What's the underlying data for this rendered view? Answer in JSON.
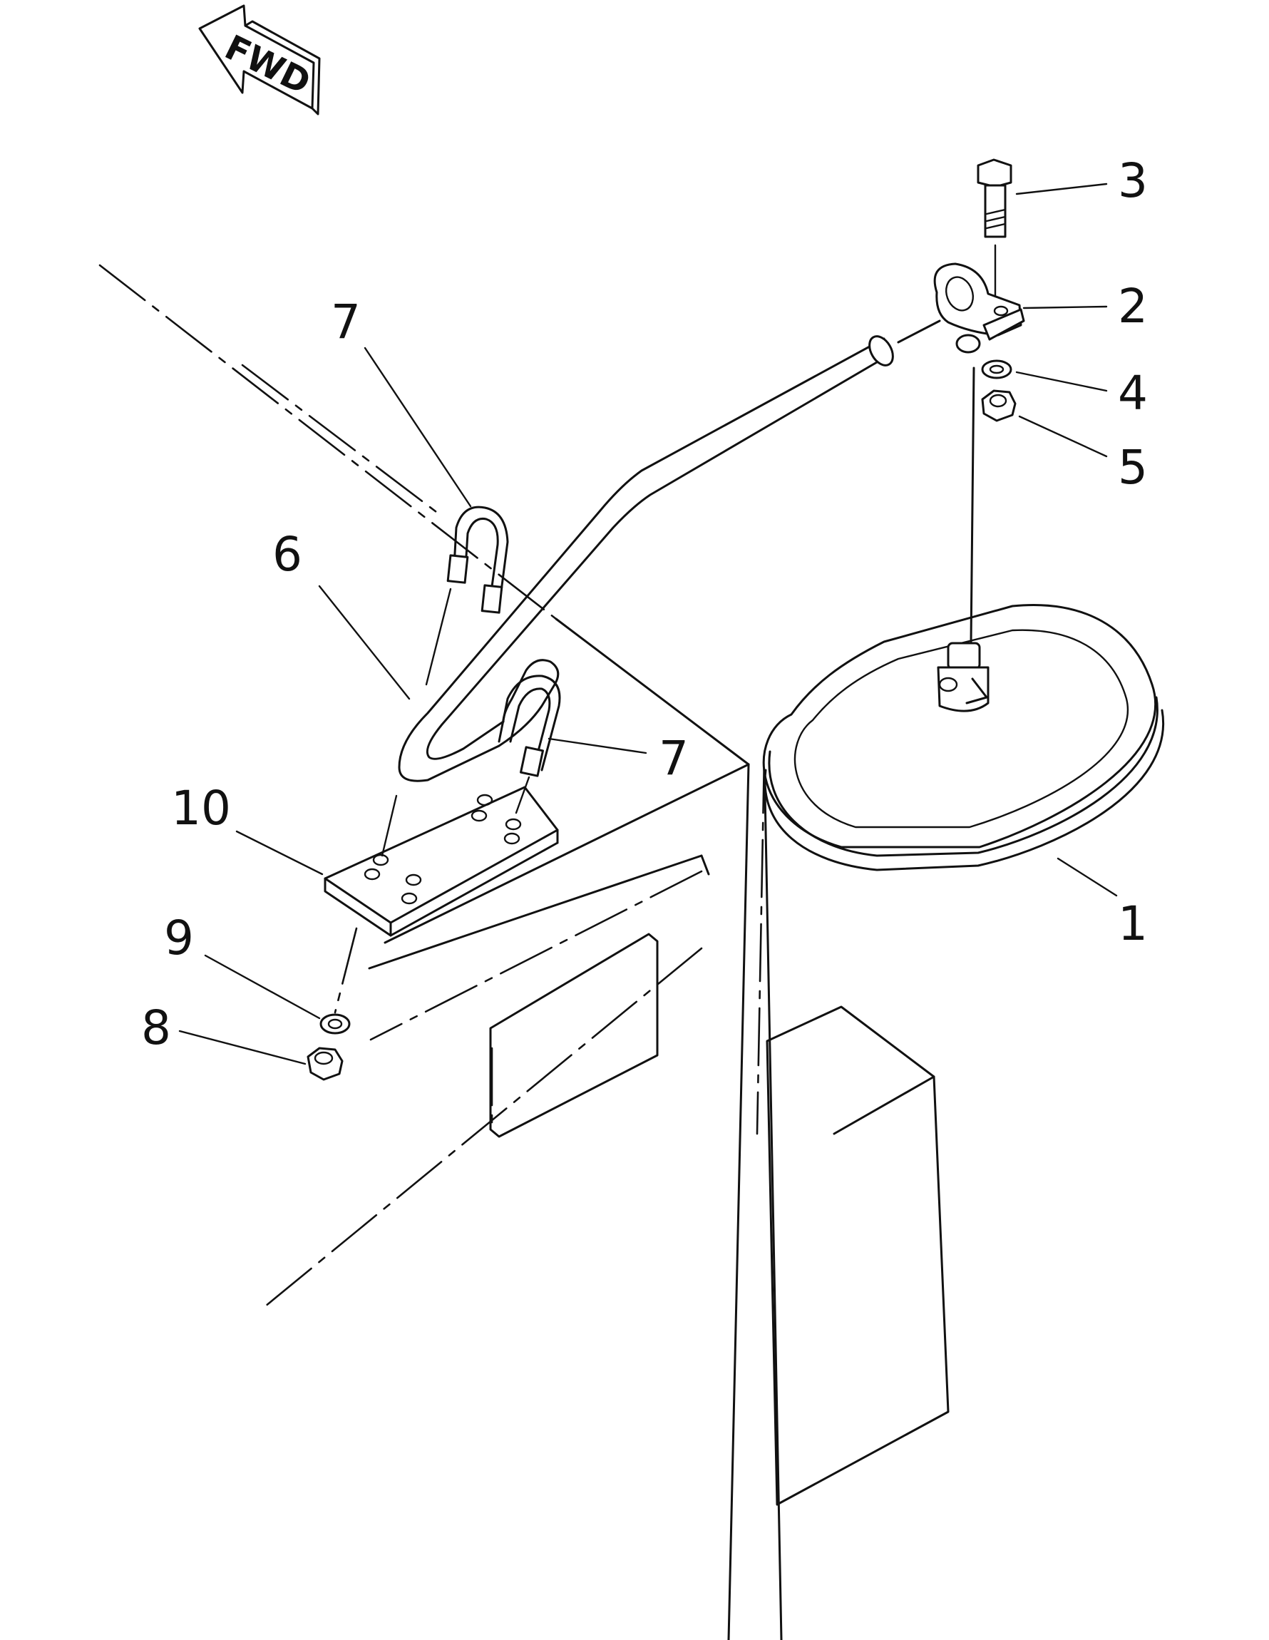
{
  "direction_marker": {
    "label": "FWD"
  },
  "callouts": {
    "c1": "1",
    "c2": "2",
    "c3": "3",
    "c4": "4",
    "c5": "5",
    "c6": "6",
    "c7a": "7",
    "c7b": "7",
    "c8": "8",
    "c9": "9",
    "c10": "10"
  },
  "parts": [
    {
      "no": "1",
      "name": "mirror"
    },
    {
      "no": "2",
      "name": "clamp"
    },
    {
      "no": "3",
      "name": "bolt"
    },
    {
      "no": "4",
      "name": "washer"
    },
    {
      "no": "5",
      "name": "nut"
    },
    {
      "no": "6",
      "name": "mirror-stay"
    },
    {
      "no": "7",
      "name": "u-bolt"
    },
    {
      "no": "8",
      "name": "nut"
    },
    {
      "no": "9",
      "name": "washer"
    },
    {
      "no": "10",
      "name": "plate"
    }
  ]
}
